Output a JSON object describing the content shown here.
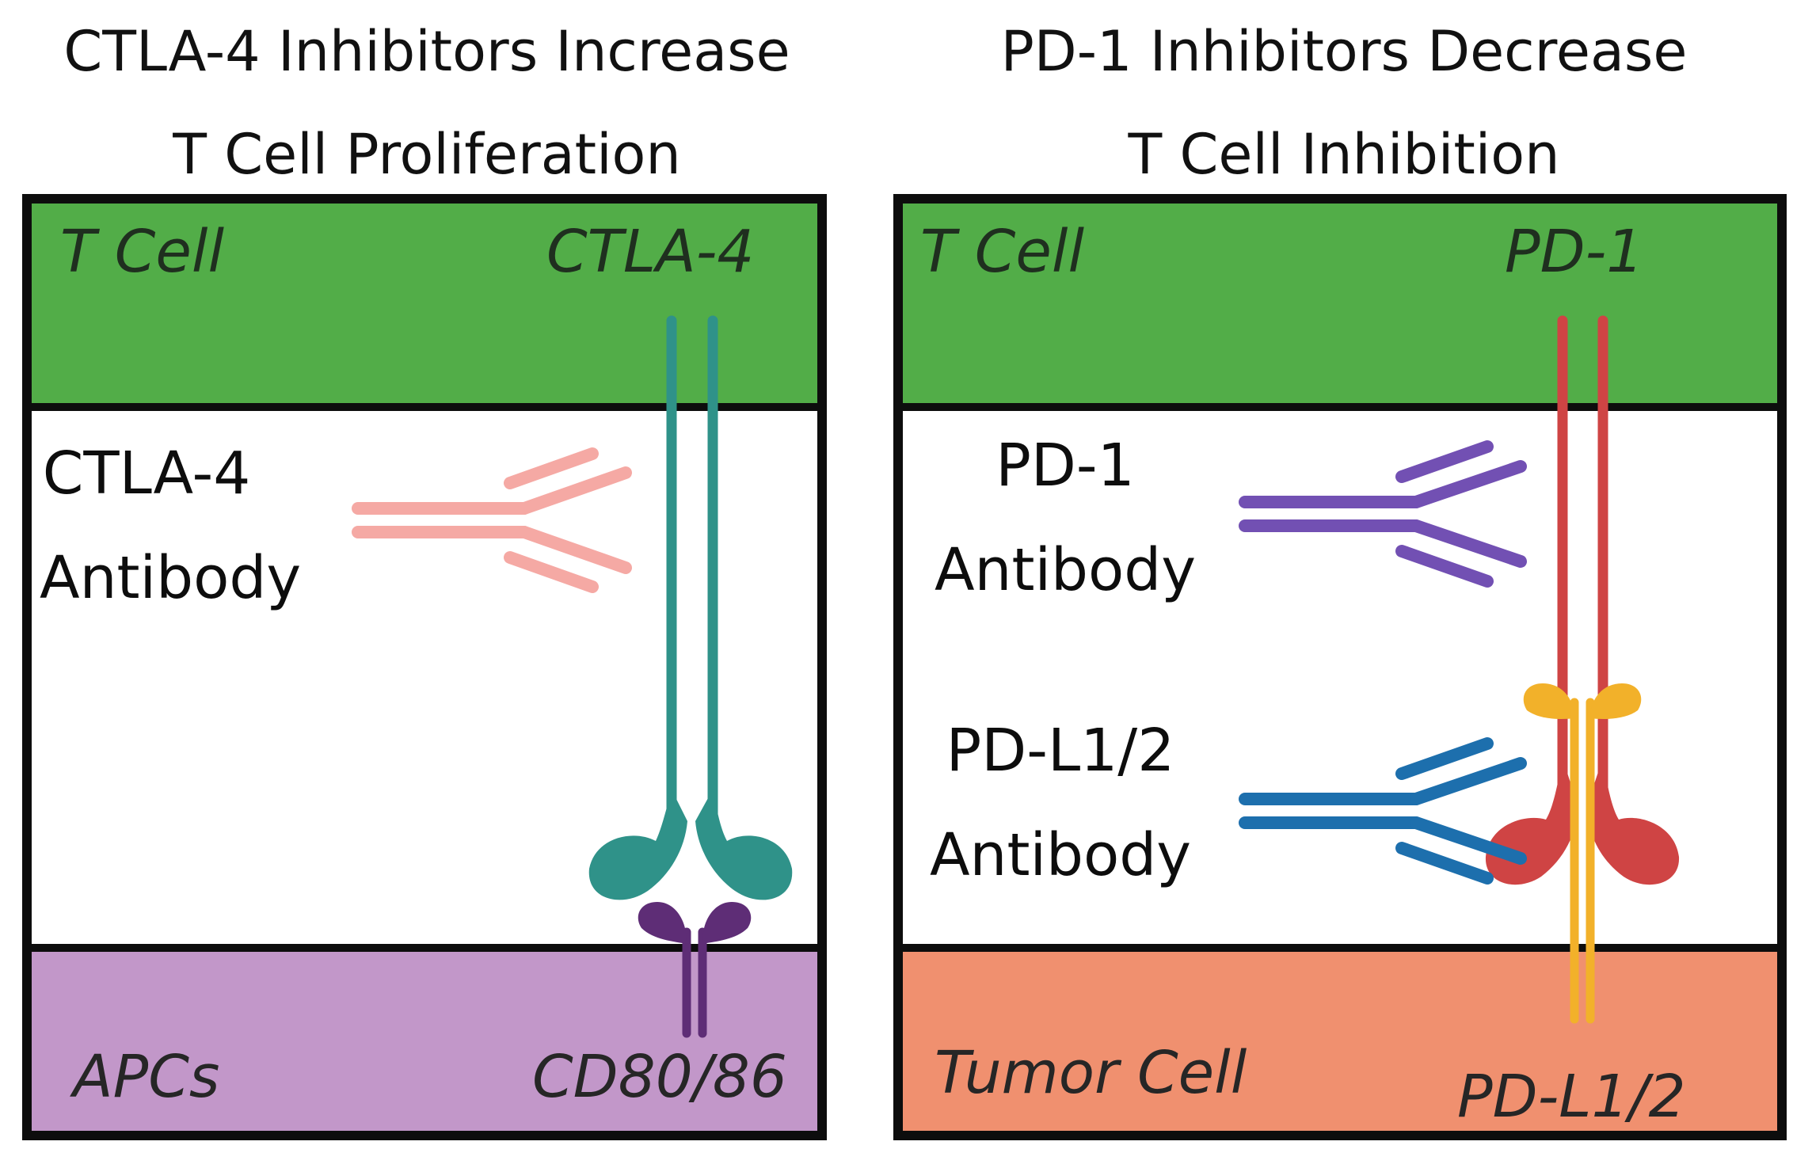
{
  "left_panel": {
    "title_line1": "CTLA-4 Inhibitors Increase",
    "title_line2": "T Cell Proliferation",
    "top_cell": "T Cell",
    "receptor": "CTLA-4",
    "antibody_line1": "CTLA-4",
    "antibody_line2": "Antibody",
    "bottom_cell": "APCs",
    "ligand": "CD80/86",
    "colors": {
      "top_band": "#52ad48",
      "bottom_band": "#c297c9",
      "receptor": "#2f9289",
      "ligand": "#5e2d76",
      "antibody": "#f5a9a4"
    }
  },
  "right_panel": {
    "title_line1": "PD-1  Inhibitors Decrease",
    "title_line2": "T Cell Inhibition",
    "top_cell": "T Cell",
    "receptor": "PD-1",
    "antibody1_line1": "PD-1",
    "antibody1_line2": "Antibody",
    "antibody2_line1": "PD-L1/2",
    "antibody2_line2": "Antibody",
    "bottom_cell": "Tumor Cell",
    "ligand": "PD-L1/2",
    "colors": {
      "top_band": "#52ad48",
      "bottom_band": "#f0906f",
      "receptor": "#cf4444",
      "ligand": "#f2b12a",
      "antibody1": "#7250b3",
      "antibody2": "#1d6fad"
    }
  }
}
